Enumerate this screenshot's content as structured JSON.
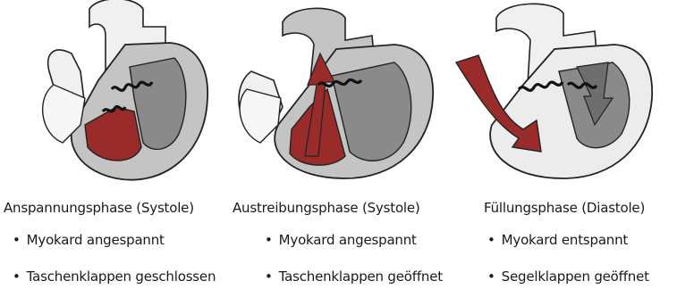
{
  "panels": [
    {
      "title": "Anspannungsphase (Systole)",
      "bullets": [
        "Myokard angespannt",
        "Taschenklappen geschlossen"
      ]
    },
    {
      "title": "Austreibungsphase (Systole)",
      "bullets": [
        "Myokard angespannt",
        "Taschenklappen geöffnet"
      ]
    },
    {
      "title": "Füllungsphase (Diastole)",
      "bullets": [
        "Myokard entspannt",
        "Segelklappen geöffnet"
      ]
    }
  ],
  "colors": {
    "blood_red": "#9a2b2b",
    "myocardium_grey": "#c4c4c4",
    "chamber_grey": "#8a8a8a",
    "vessel_light": "#f0f0f0",
    "outline": "#222222"
  }
}
